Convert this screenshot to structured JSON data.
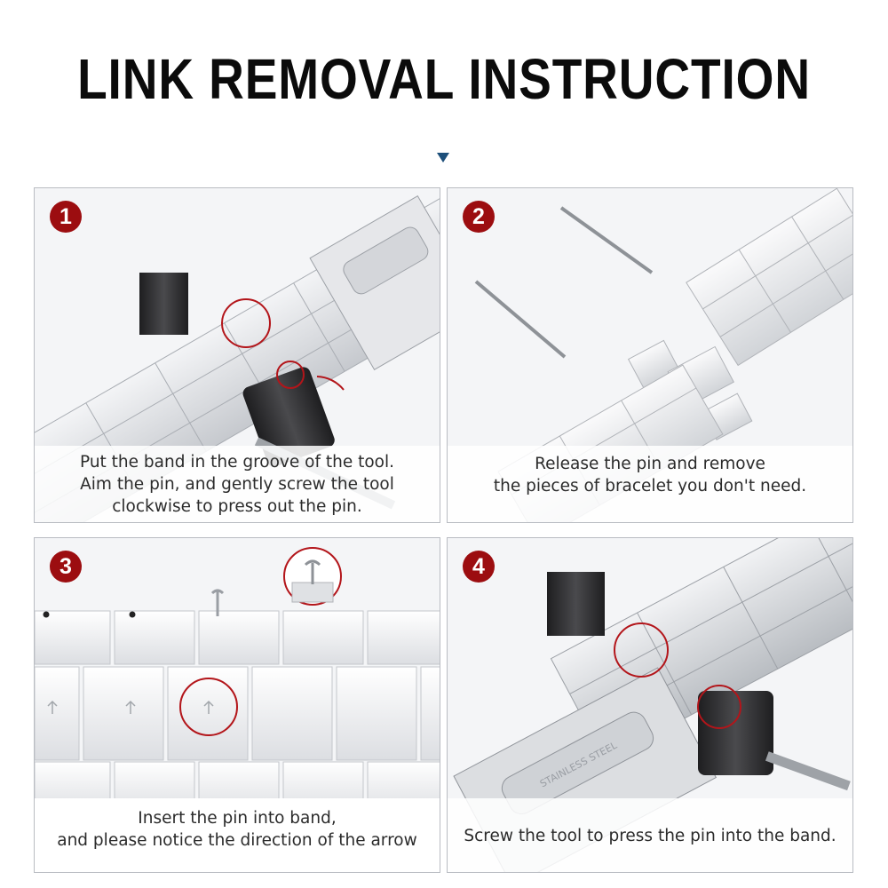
{
  "title": "LINK REMOVAL INSTRUCTION",
  "colors": {
    "badge": "#9c0d10",
    "arrow": "#1d4f7a",
    "panel_bg": "#f4f5f7",
    "steel": "#dfe1e4",
    "tool": "#2f2f31"
  },
  "steps": [
    {
      "number": "1",
      "lines": [
        "Put the band in the groove of the tool.",
        "Aim the pin, and gently screw the tool",
        "clockwise to press out the pin."
      ]
    },
    {
      "number": "2",
      "lines": [
        "Release the pin and remove",
        "the pieces of bracelet you don't need."
      ]
    },
    {
      "number": "3",
      "lines": [
        "Insert the pin into band,",
        "and please notice the direction of the arrow"
      ]
    },
    {
      "number": "4",
      "lines": [
        "Screw the tool to press the pin into the band."
      ]
    }
  ],
  "clasp_engraving": "STAINLESS STEEL"
}
